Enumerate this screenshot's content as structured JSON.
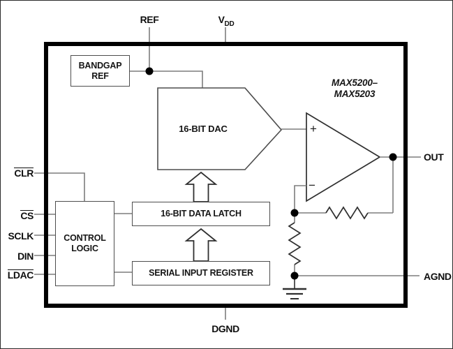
{
  "part_label": {
    "line1": "MAX5200–",
    "line2": "MAX5203"
  },
  "pins": {
    "top": [
      {
        "label": "REF"
      },
      {
        "main": "V",
        "sub": "DD"
      }
    ],
    "left": [
      {
        "label": "CLR",
        "overline": true
      },
      {
        "label": "CS",
        "overline": true
      },
      {
        "label": "SCLK",
        "overline": false
      },
      {
        "label": "DIN",
        "overline": false
      },
      {
        "label": "LDAC",
        "overline": true
      }
    ],
    "right": [
      {
        "label": "OUT"
      },
      {
        "label": "AGND"
      }
    ],
    "bottom": [
      {
        "label": "DGND"
      }
    ]
  },
  "blocks": {
    "bandgap": "BANDGAP REF",
    "dac": "16-BIT DAC",
    "control_logic": "CONTROL LOGIC",
    "data_latch": "16-BIT DATA LATCH",
    "serial_register": "SERIAL INPUT REGISTER"
  },
  "opamp": {
    "plus": "+",
    "minus": "−"
  },
  "colors": {
    "chip_border": "#000000",
    "wire": "#7d7d7d",
    "block_stroke": "#4d4d4d",
    "dark_stroke": "#2f2f2f",
    "dot": "#000000",
    "background": "#ffffff"
  }
}
